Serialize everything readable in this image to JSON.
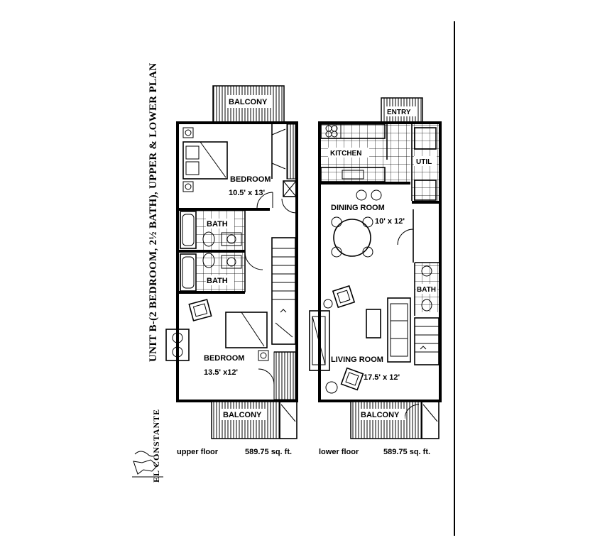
{
  "title": "UNIT B-(2 BEDROOM, 2½ BATH), UPPER & LOWER PLAN",
  "brand": "EL CONSTANTE",
  "upper": {
    "balcony_top": "BALCONY",
    "bedroom1": "BEDROOM",
    "bedroom1_size": "10.5' x 13'",
    "bath1": "BATH",
    "bath2": "BATH",
    "bedroom2": "BEDROOM",
    "bedroom2_size": "13.5' x12'",
    "balcony_bottom": "BALCONY",
    "caption_label": "upper  floor",
    "caption_area": "589.75 sq. ft."
  },
  "lower": {
    "entry": "ENTRY",
    "kitchen": "KITCHEN",
    "util": "UTIL",
    "dining": "DINING ROOM",
    "dining_size": "10' x 12'",
    "bath": "BATH",
    "living": "LIVING ROOM",
    "living_size": "17.5' x 12'",
    "balcony_bottom": "BALCONY",
    "caption_label": "lower  floor",
    "caption_area": "589.75 sq. ft."
  }
}
